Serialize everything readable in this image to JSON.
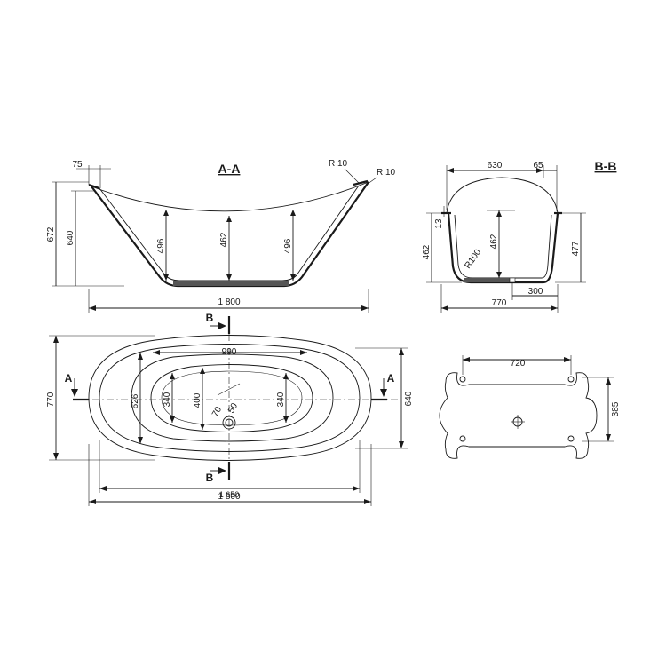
{
  "titles": {
    "section_a": "A-A",
    "section_b": "B-B"
  },
  "section_a": {
    "thickness": "75",
    "r_outer": "R 10",
    "r_inner": "R 10",
    "total_height": "672",
    "rim_height": "640",
    "depth_left": "496",
    "depth_center": "462",
    "depth_right": "496",
    "length": "1 800"
  },
  "section_b": {
    "top_width": "630",
    "rim_offset": "65",
    "rim_thickness": "13",
    "height_left": "462",
    "height_center": "462",
    "height_right": "477",
    "radius": "R100",
    "drain_offset": "300",
    "width": "770"
  },
  "plan": {
    "width": "770",
    "inner_width": "640",
    "basin_width": "626",
    "inner_left": "340",
    "basin_center": "400",
    "inner_right": "340",
    "basin_length": "990",
    "drain_d1": "70",
    "drain_d2": "50",
    "inner_length": "1 650",
    "length": "1 800",
    "cut_a": "A",
    "cut_b": "B"
  },
  "base": {
    "feet_spacing": "720",
    "height": "385"
  }
}
